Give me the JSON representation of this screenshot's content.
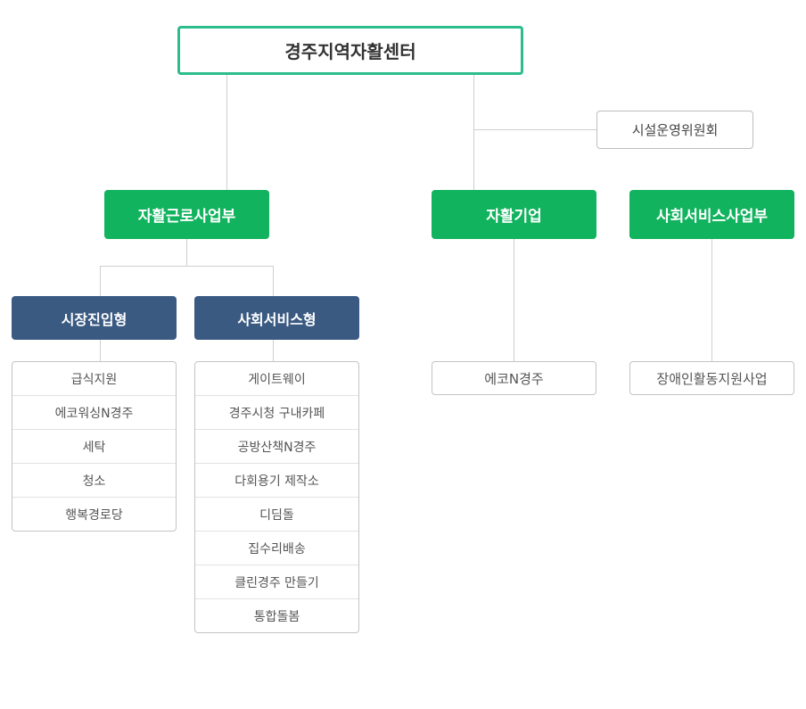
{
  "root": {
    "label": "경주지역자활센터"
  },
  "committee": {
    "label": "시설운영위원회"
  },
  "departments": [
    {
      "label": "자활근로사업부"
    },
    {
      "label": "자활기업"
    },
    {
      "label": "사회서비스사업부"
    }
  ],
  "types": [
    {
      "label": "시장진입형"
    },
    {
      "label": "사회서비스형"
    }
  ],
  "lists": {
    "market": [
      "급식지원",
      "에코워싱N경주",
      "세탁",
      "청소",
      "행복경로당"
    ],
    "social": [
      "게이트웨이",
      "경주시청 구내카페",
      "공방산책N경주",
      "다회용기 제작소",
      "디딤돌",
      "집수리배송",
      "클린경주 만들기",
      "통합돌봄"
    ],
    "enterprise": [
      "에코N경주"
    ],
    "social_service": [
      "장애인활동지원사업"
    ]
  },
  "colors": {
    "root_border": "#2bbd8c",
    "department_fill": "#12b35e",
    "type_fill": "#3a5a82",
    "connector": "#cfcfcf"
  }
}
